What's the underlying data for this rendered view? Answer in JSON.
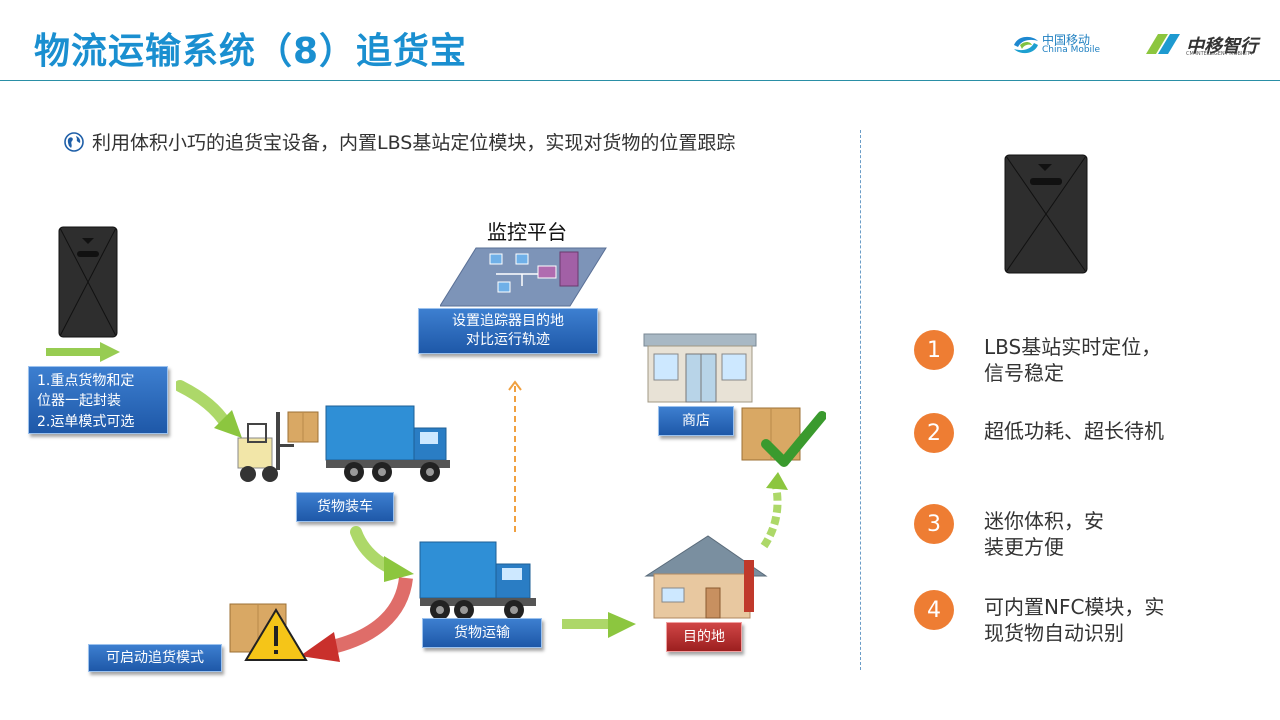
{
  "header": {
    "title": "物流运输系统（8）追货宝",
    "logo_china_mobile_cn": "中国移动",
    "logo_china_mobile_en": "China Mobile",
    "logo_zhongyi_cn": "中移智行",
    "logo_zhongyi_en": "CM INTELLIGENT MOBILITY"
  },
  "intro": {
    "icon": "globe-icon",
    "text": "利用体积小巧的追货宝设备，内置LBS基站定位模块，实现对货物的位置跟踪"
  },
  "diagram": {
    "platform_title": "监控平台",
    "platform_box": "设置追踪器目的地\n对比运行轨迹",
    "step1_box": "1.重点货物和定\n位器一起封装\n2.运单模式可选",
    "loading_box": "货物装车",
    "transport_box": "货物运输",
    "chase_box": "可启动追货模式",
    "destination_box": "目的地",
    "shop_box": "商店"
  },
  "features": [
    {
      "num": "1",
      "text": "LBS基站实时定位，\n信号稳定"
    },
    {
      "num": "2",
      "text": "超低功耗、超长待机"
    },
    {
      "num": "3",
      "text": "迷你体积，安\n装更方便"
    },
    {
      "num": "4",
      "text": "可内置NFC模块，实\n现货物自动识别"
    }
  ],
  "colors": {
    "title": "#1a8fd0",
    "box_blue": "#2a66b8",
    "box_red": "#b83232",
    "badge_orange": "#ee7d33",
    "arrow_green": "#8cc63f",
    "arrow_red": "#d9534f",
    "arrow_orange": "#f0a040"
  }
}
